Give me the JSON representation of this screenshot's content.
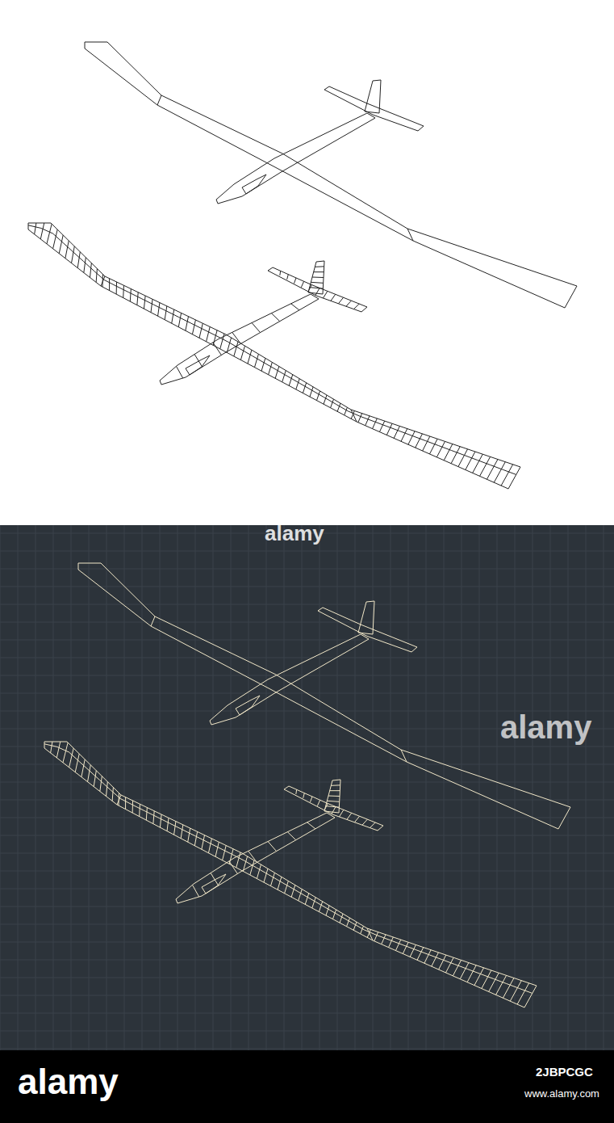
{
  "diagram": {
    "labels": [
      "alamy",
      "alamy",
      "alamy",
      "2JBPCGC",
      "www.alamy.com"
    ]
  }
}
